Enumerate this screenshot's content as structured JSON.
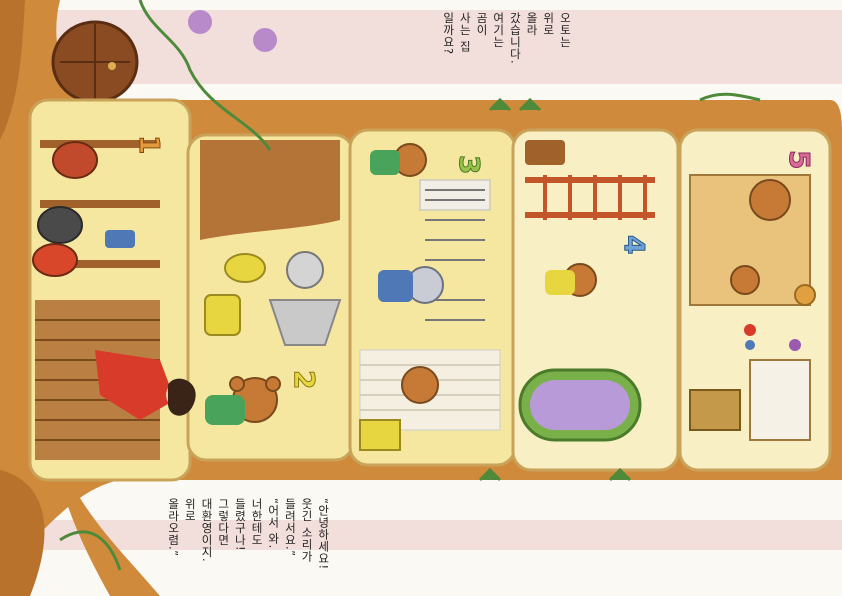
{
  "narration_top": {
    "lines": [
      "오토는",
      "위로",
      "올라",
      "갔습니다.",
      "여기는",
      "곰이",
      "사는 집",
      "일까요?"
    ]
  },
  "narration_bottom": {
    "lines": [
      "“안녕하세요!",
      "웃긴 소리가",
      "들려서요.”",
      "“어서 와.",
      "너한테도",
      "들렸구나!",
      "그렇다면",
      "대환영이지.",
      "위로",
      "올라오렴.”"
    ]
  },
  "rooms": [
    {
      "number": "1"
    },
    {
      "number": "2"
    },
    {
      "number": "3"
    },
    {
      "number": "4"
    },
    {
      "number": "5"
    }
  ],
  "colors": {
    "bark": "#d08a3c",
    "interior": "#f6e7a0",
    "stripe": "#f2dfdc",
    "room_number": "#e39a3a",
    "room_number_green": "#9bc14a",
    "room_number_blue": "#6fa3d6"
  }
}
